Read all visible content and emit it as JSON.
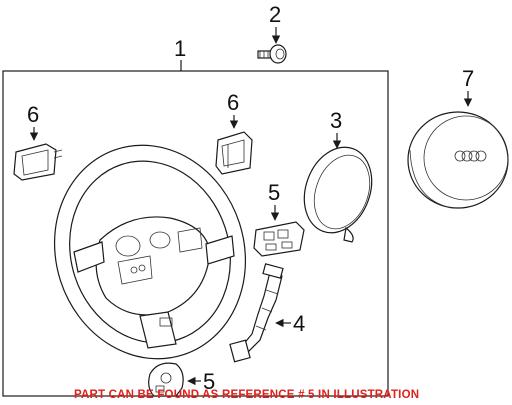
{
  "callouts": {
    "c1": "1",
    "c2": "2",
    "c3": "3",
    "c4": "4",
    "c5a": "5",
    "c5b": "5",
    "c6a": "6",
    "c6b": "6",
    "c7": "7"
  },
  "note": "PART CAN BE FOUND AS REFERENCE # 5 IN ILLUSTRATION",
  "colors": {
    "note": "#e0201b",
    "line": "#1a1a1a"
  }
}
